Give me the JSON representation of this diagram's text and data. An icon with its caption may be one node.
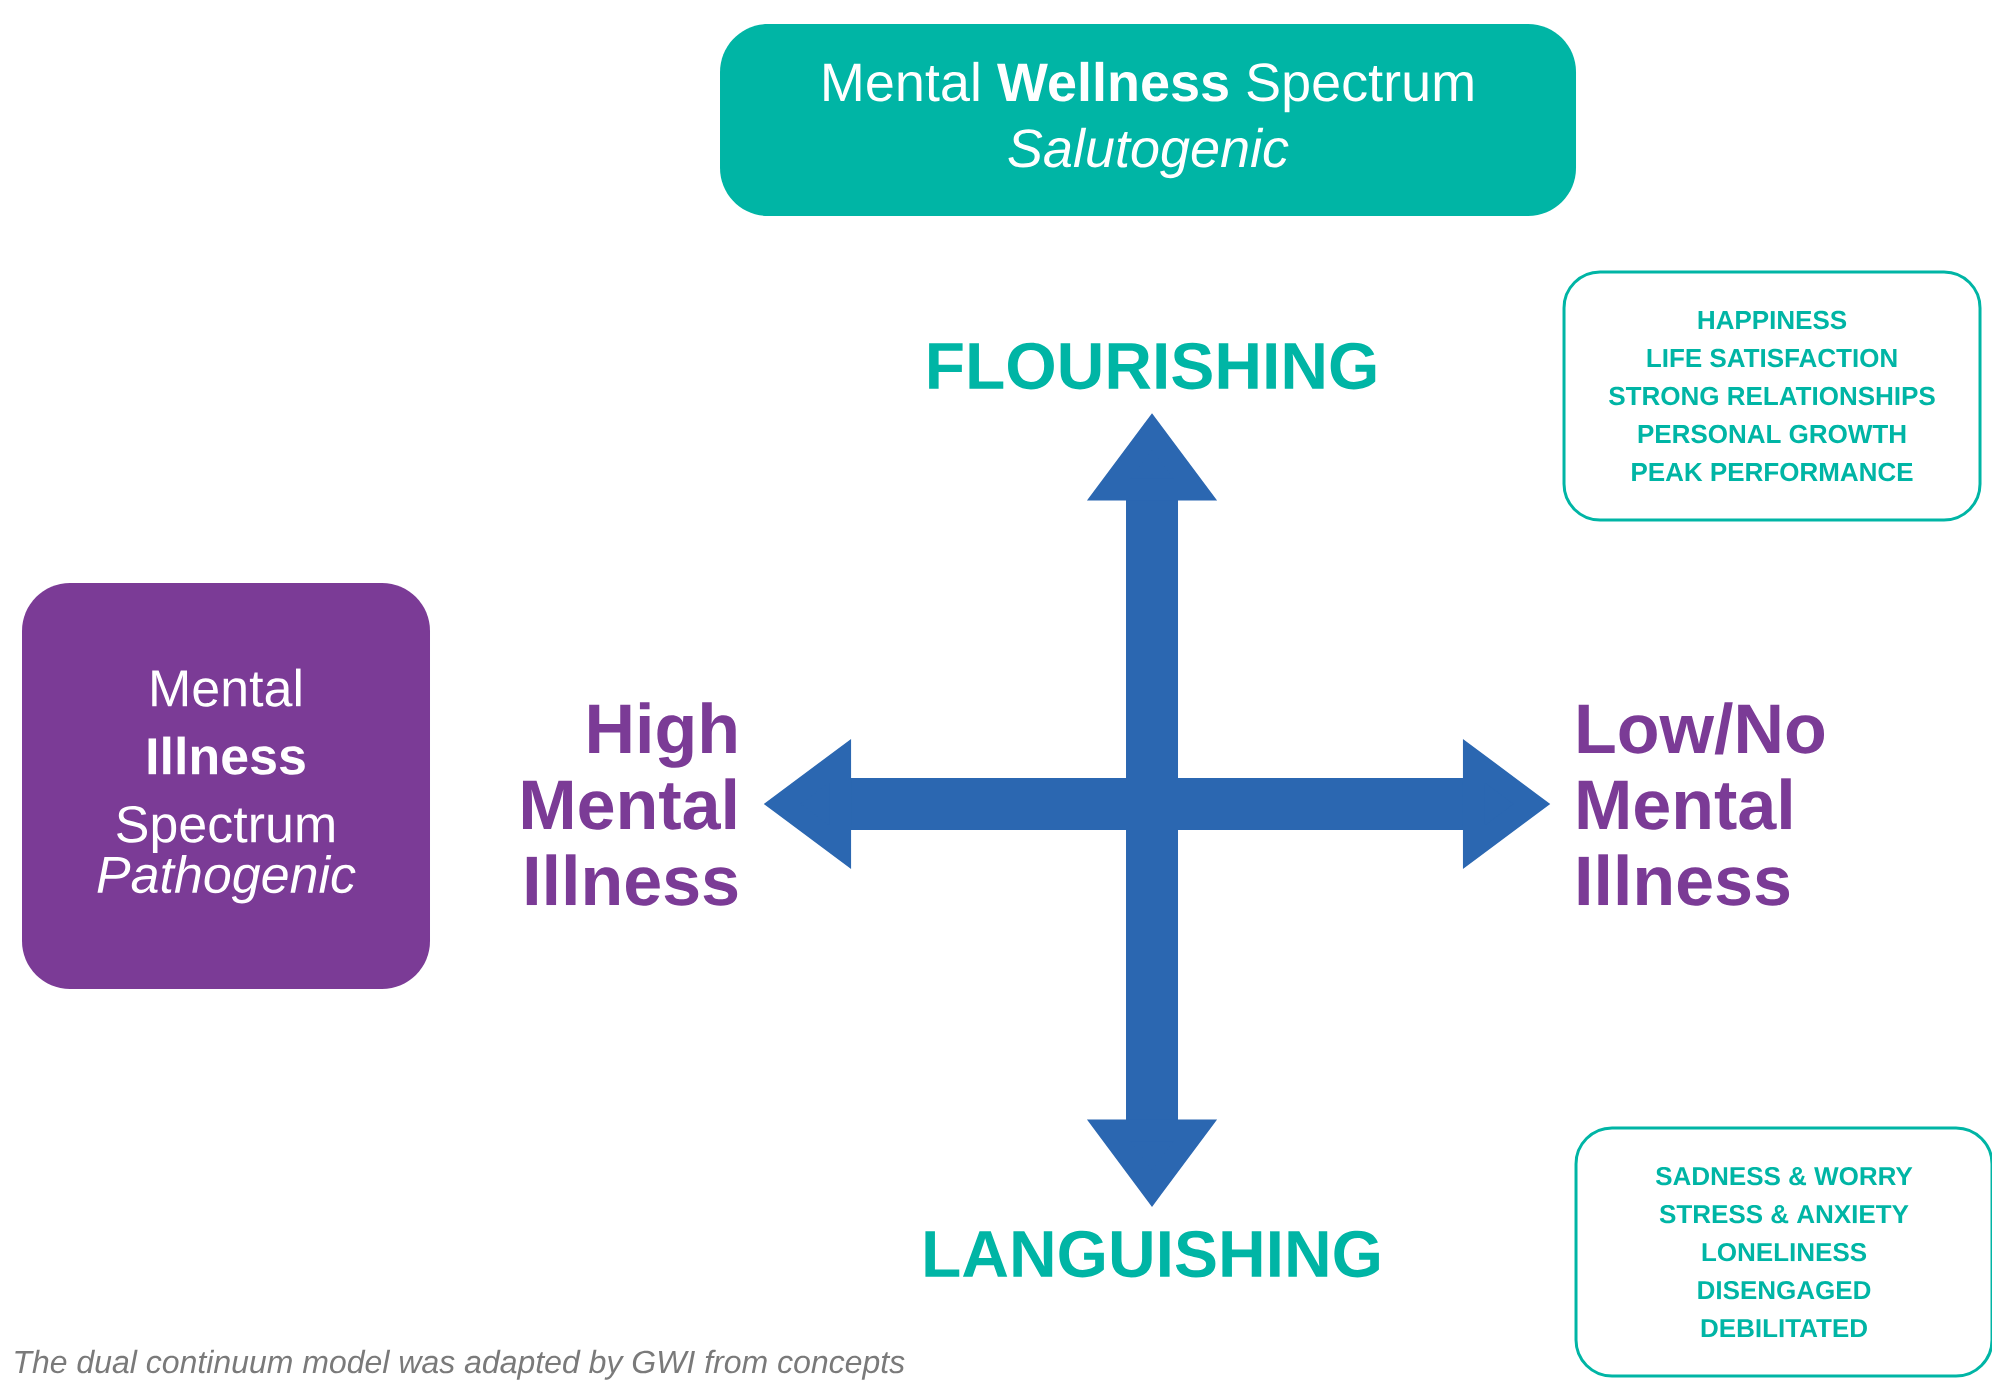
{
  "diagram": {
    "caption": "The dual continuum model was adapted by GWI from concepts",
    "nodes": [
      {
        "text": [
          "Mental **Wellness** Spectrum",
          "Salutogenic"
        ]
      },
      {
        "text": [
          "Mental **Illness** Spectrum",
          "Pathogenic"
        ]
      },
      {
        "text": [
          "FLOURISHING"
        ]
      },
      {
        "text": [
          "LANGUISHING"
        ]
      },
      {
        "text": [
          "High Mental Illness"
        ]
      },
      {
        "text": [
          "Low/No Mental Illness"
        ]
      },
      {
        "text": [
          "HAPPINESS",
          "LIFE SATISFACTION",
          "STRONG RELATIONSHIPS",
          "PERSONAL GROWTH",
          "PEAK PERFORMANCE"
        ]
      },
      {
        "text": [
          "SADNESS & WORRY",
          "STRESS & ANXIETY",
          "LONELINESS",
          "DISENGAGED",
          "DEBILITATED"
        ]
      }
    ],
    "edges": [
      {
        "from": 2,
        "to": 3,
        "arrow": "both"
      },
      {
        "from": 4,
        "to": 5,
        "arrow": "both"
      }
    ]
  }
}
